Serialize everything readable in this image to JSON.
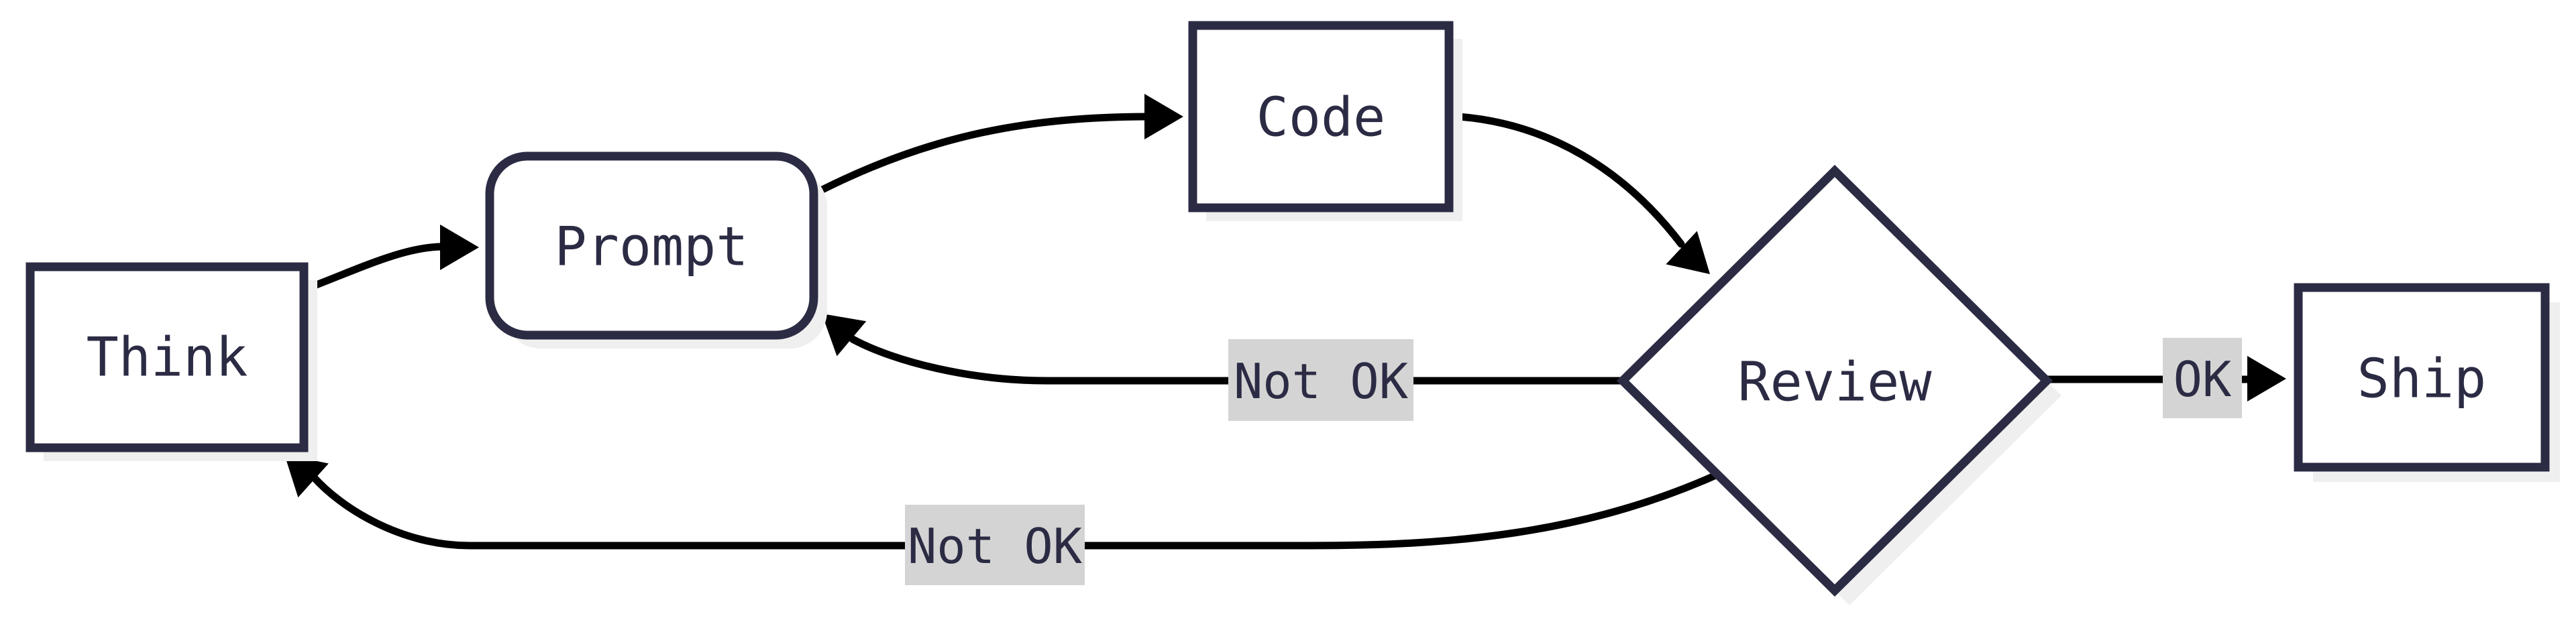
{
  "diagram": {
    "type": "flowchart",
    "direction": "left-to-right",
    "nodes": [
      {
        "id": "think",
        "label": "Think",
        "shape": "rectangle"
      },
      {
        "id": "prompt",
        "label": "Prompt",
        "shape": "rounded-rectangle"
      },
      {
        "id": "code",
        "label": "Code",
        "shape": "rectangle"
      },
      {
        "id": "review",
        "label": "Review",
        "shape": "diamond"
      },
      {
        "id": "ship",
        "label": "Ship",
        "shape": "rectangle"
      }
    ],
    "edges": [
      {
        "from": "think",
        "to": "prompt",
        "label": ""
      },
      {
        "from": "prompt",
        "to": "code",
        "label": ""
      },
      {
        "from": "code",
        "to": "review",
        "label": ""
      },
      {
        "from": "review",
        "to": "prompt",
        "label": "Not OK"
      },
      {
        "from": "review",
        "to": "think",
        "label": "Not OK"
      },
      {
        "from": "review",
        "to": "ship",
        "label": "OK"
      }
    ],
    "colors": {
      "ink": "#2b2b44",
      "edge": "#000000",
      "label-bg": "#d4d4d4",
      "shadow": "#efefef",
      "bg": "#ffffff"
    }
  }
}
